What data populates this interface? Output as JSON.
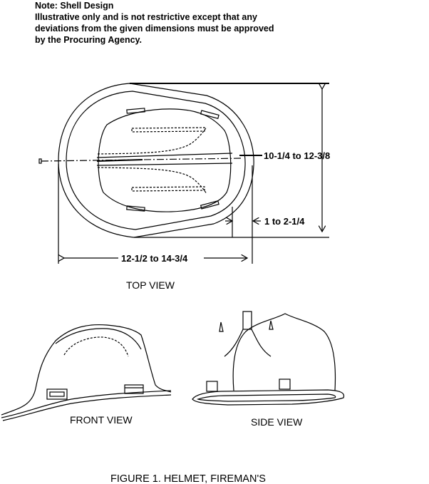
{
  "note": {
    "title": "Note:  Shell Design",
    "lines": [
      "Illustrative only and is not restrictive except that any",
      "deviations from the given dimensions must be approved",
      "by the Procuring Agency."
    ]
  },
  "top_view": {
    "label": "TOP VIEW",
    "dim_height": "10-1/4 to 12-3/8",
    "dim_brim": "1 to 2-1/4",
    "dim_length": "12-1/2 to 14-3/4"
  },
  "front_view": {
    "label": "FRONT VIEW"
  },
  "side_view": {
    "label": "SIDE VIEW"
  },
  "caption": "FIGURE 1.  HELMET, FIREMAN'S"
}
